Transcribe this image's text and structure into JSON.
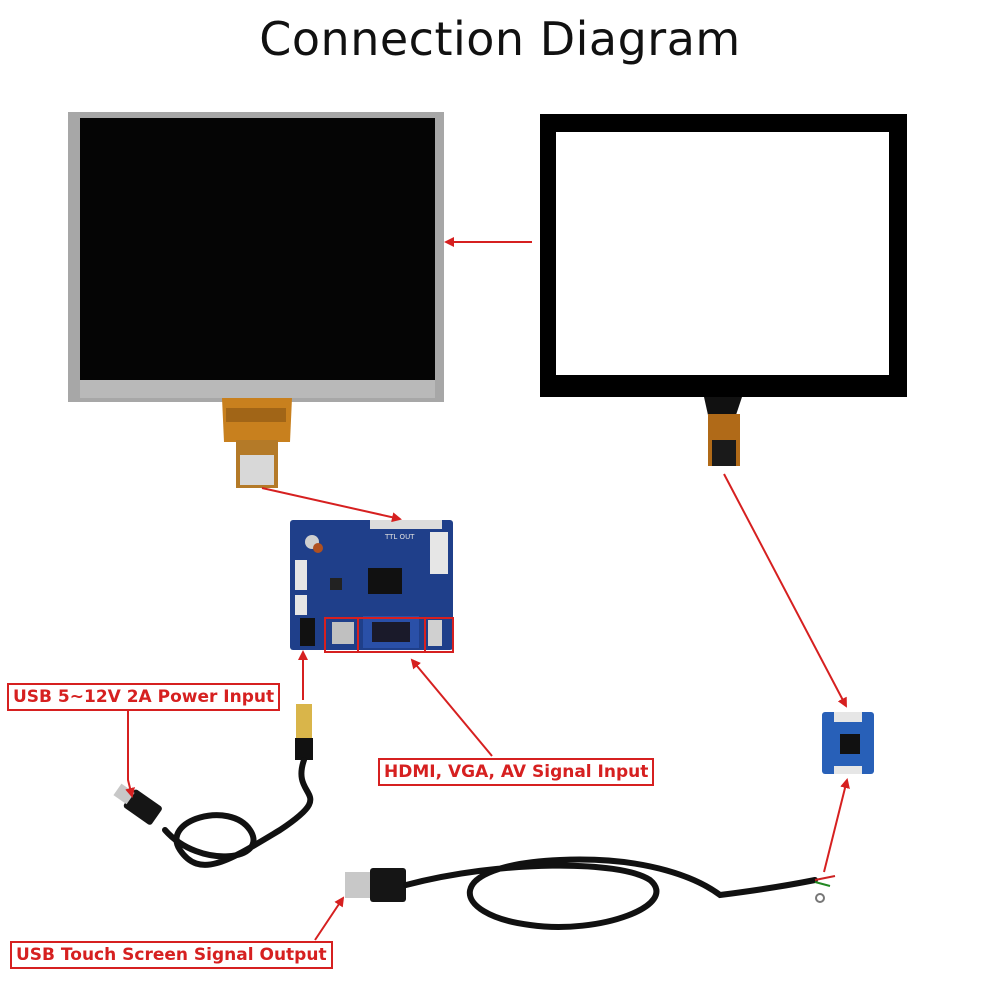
{
  "title": "Connection Diagram",
  "labels": {
    "power": "USB 5~12V 2A Power Input",
    "signal": "HDMI, VGA, AV Signal Input",
    "touch_output": "USB Touch Screen Signal Output"
  },
  "board_silkscreen": "TTL OUT",
  "colors": {
    "arrow": "#d62020",
    "label_text": "#d62020",
    "pcb": "#1f3f8a",
    "fpc": "#c8801e"
  }
}
